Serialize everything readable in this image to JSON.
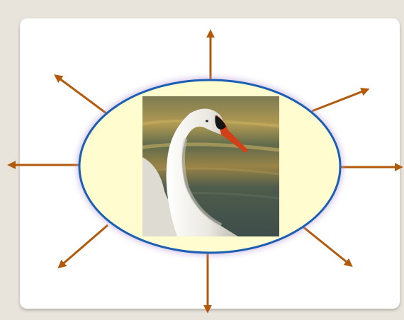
{
  "diagram": {
    "type": "spider-map",
    "center": {
      "image": "swan-photo",
      "shape": "ellipse"
    },
    "spoke_count": 8,
    "colors": {
      "ellipse_fill": "#fffdd0",
      "ellipse_stroke": "#1a5fb4",
      "ellipse_glow": "#b89bd6",
      "arrow": "#b25a0c",
      "card": "#ffffff",
      "background": "#e8e4dc"
    }
  }
}
